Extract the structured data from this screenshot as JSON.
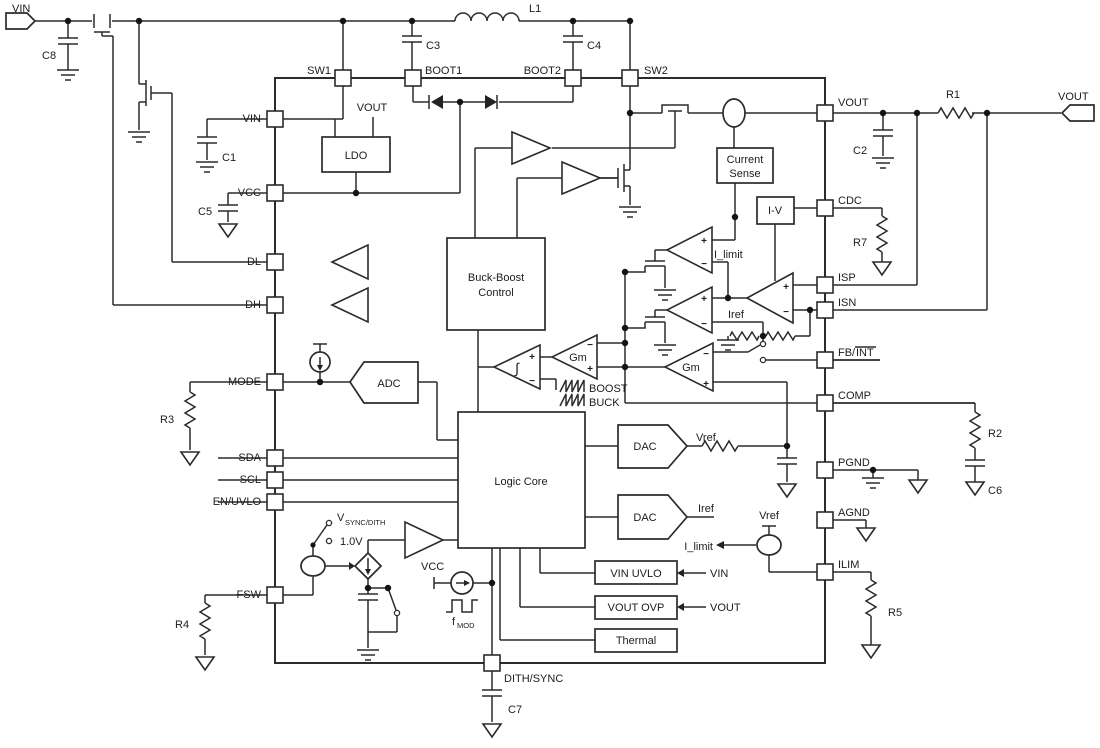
{
  "tags": {
    "vin": "VIN",
    "vout": "VOUT"
  },
  "pins": {
    "sw1": "SW1",
    "boot1": "BOOT1",
    "boot2": "BOOT2",
    "sw2": "SW2",
    "vin": "VIN",
    "vcc": "VCC",
    "dl": "DL",
    "dh": "DH",
    "mode": "MODE",
    "sda": "SDA",
    "scl": "SCL",
    "en_uvlo": "EN/UVLO",
    "fsw": "FSW",
    "vout": "VOUT",
    "cdc": "CDC",
    "isp": "ISP",
    "isn": "ISN",
    "fb": "FB/",
    "int": "INT",
    "comp": "COMP",
    "pgnd": "PGND",
    "agnd": "AGND",
    "ilim": "ILIM",
    "dith_sync": "DITH/SYNC"
  },
  "components": {
    "l1": "L1",
    "c1": "C1",
    "c2": "C2",
    "c3": "C3",
    "c4": "C4",
    "c5": "C5",
    "c6": "C6",
    "c7": "C7",
    "c8": "C8",
    "r1": "R1",
    "r2": "R2",
    "r3": "R3",
    "r4": "R4",
    "r5": "R5",
    "r7": "R7"
  },
  "blocks": {
    "ldo": "LDO",
    "bb1": "Buck-Boost",
    "bb2": "Control",
    "logic": "Logic Core",
    "cs1": "Current",
    "cs2": "Sense",
    "iv": "I-V",
    "adc": "ADC",
    "dac": "DAC",
    "vin_uvlo": "VIN UVLO",
    "vout_ovp": "VOUT OVP",
    "thermal": "Thermal"
  },
  "signals": {
    "ldo_vout": "VOUT",
    "vref": "Vref",
    "iref": "Iref",
    "i_limit": "I_limit",
    "gm": "Gm",
    "boost": "BOOST",
    "buck": "BUCK",
    "v": "V",
    "sync_dith": "SYNC/DITH",
    "one_v": "1.0V",
    "vcc": "VCC",
    "f": "f",
    "mod": "MOD",
    "vin_mon": "VIN",
    "vout_mon": "VOUT",
    "plus": "+",
    "minus": "−",
    "integral": "∫"
  }
}
